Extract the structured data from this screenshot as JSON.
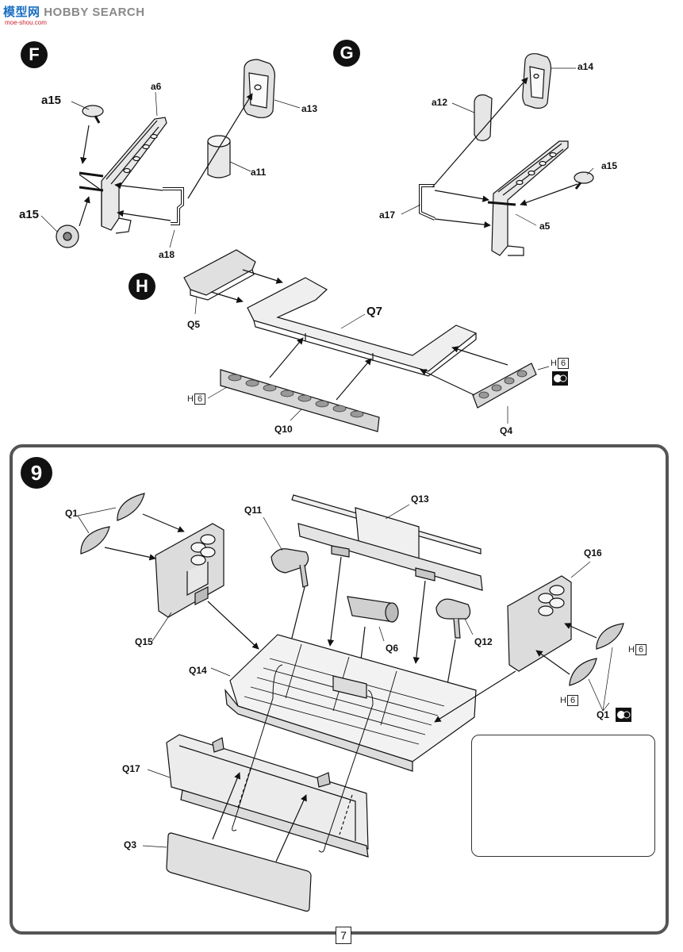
{
  "watermark": {
    "logo_text": "模型网",
    "brand_text": "HOBBY SEARCH",
    "sub_text": "moe-shou.com"
  },
  "steps": {
    "f": "F",
    "g": "G",
    "h": "H",
    "nine": "9"
  },
  "labels": {
    "f_a15_top": "a15",
    "f_a6": "a6",
    "f_a13": "a13",
    "f_a11": "a11",
    "f_a15_bottom": "a15",
    "f_a18": "a18",
    "g_a14": "a14",
    "g_a12": "a12",
    "g_a15": "a15",
    "g_a17": "a17",
    "g_a5": "a5",
    "h_q5": "Q5",
    "h_q7": "Q7",
    "h_q10": "Q10",
    "h_q4": "Q4",
    "s9_q1_left": "Q1",
    "s9_q11": "Q11",
    "s9_q13": "Q13",
    "s9_q16": "Q16",
    "s9_q15": "Q15",
    "s9_q6": "Q6",
    "s9_q12": "Q12",
    "s9_q14": "Q14",
    "s9_q1_right": "Q1",
    "s9_q17": "Q17",
    "s9_q3": "Q3"
  },
  "paint_codes": {
    "h_left": {
      "prefix": "H",
      "code": "6"
    },
    "h_right": {
      "prefix": "H",
      "code": "6"
    },
    "s9_upper": {
      "prefix": "H",
      "code": "6"
    },
    "s9_lower": {
      "prefix": "H",
      "code": "6"
    }
  },
  "icons": {
    "clear_parts": "clear-parts-icon"
  },
  "page_number": "7"
}
